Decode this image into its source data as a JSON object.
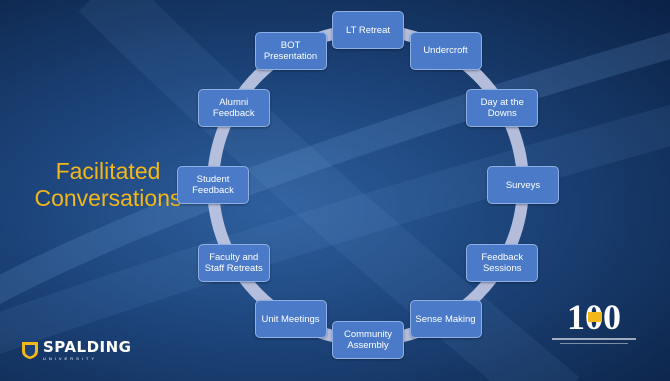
{
  "slide": {
    "title": "Facilitated Conversations",
    "accent_color": "#f2b718",
    "node_color": "#4a7ac8",
    "cycle": [
      "LT Retreat",
      "Undercroft",
      "Day at the Downs",
      "Surveys",
      "Feedback Sessions",
      "Sense Making",
      "Community Assembly",
      "Unit Meetings",
      "Faculty and Staff Retreats",
      "Student Feedback",
      "Alumni Feedback",
      "BOT Presentation"
    ]
  },
  "logos": {
    "spalding": "SPALDING",
    "spalding_sub": "UNIVERSITY",
    "centennial": "100"
  }
}
